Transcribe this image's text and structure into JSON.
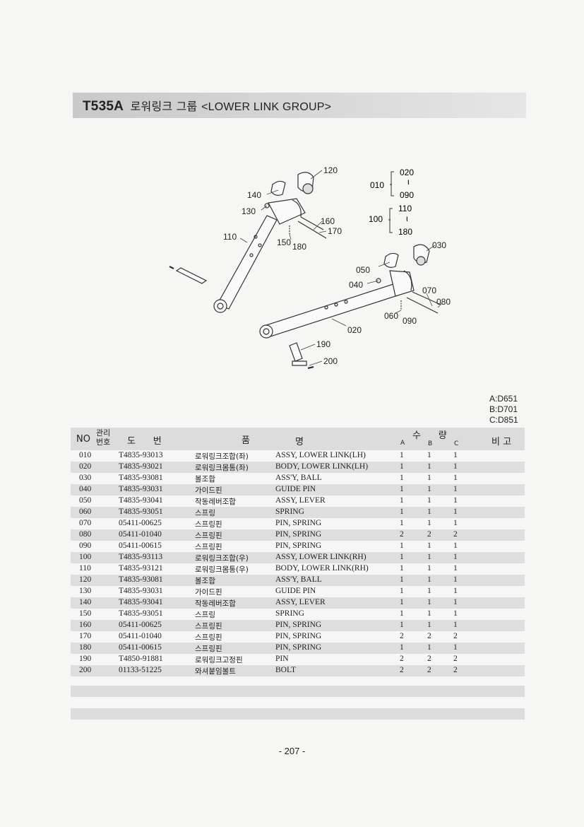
{
  "title": {
    "code": "T535A",
    "korean": "로워링크 그룹",
    "english": "<LOWER LINK GROUP>"
  },
  "diagram": {
    "callouts": [
      "120",
      "140",
      "130",
      "160",
      "170",
      "110",
      "150",
      "180",
      "050",
      "030",
      "040",
      "070",
      "080",
      "060",
      "090",
      "020",
      "190",
      "200"
    ],
    "ranges": [
      {
        "id": "010",
        "from": "020",
        "to": "090"
      },
      {
        "id": "100",
        "from": "110",
        "to": "180"
      }
    ],
    "range_sep": "ι"
  },
  "models": [
    "A:D651",
    "B:D701",
    "C:D851"
  ],
  "table": {
    "headers": {
      "no": "NO",
      "mgmt": "관리번호",
      "pn": "도      번",
      "name1": "품",
      "name2": "명",
      "qty": "수      량",
      "a": "A",
      "b": "B",
      "c": "C",
      "remarks": "비 고"
    },
    "rows": [
      {
        "no": "010",
        "pn": "T4835-93013",
        "kr": "로워링크조합(좌)",
        "en": "ASSY, LOWER LINK(LH)",
        "a": "1",
        "b": "1",
        "c": "1"
      },
      {
        "no": "020",
        "pn": "T4835-93021",
        "kr": "로워링크몸통(좌)",
        "en": "BODY, LOWER LINK(LH)",
        "a": "1",
        "b": "1",
        "c": "1"
      },
      {
        "no": "030",
        "pn": "T4835-93081",
        "kr": "볼조합",
        "en": "ASS'Y, BALL",
        "a": "1",
        "b": "1",
        "c": "1"
      },
      {
        "no": "040",
        "pn": "T4835-93031",
        "kr": "가이드핀",
        "en": "GUIDE PIN",
        "a": "1",
        "b": "1",
        "c": "1"
      },
      {
        "no": "050",
        "pn": "T4835-93041",
        "kr": "작동레버조합",
        "en": "ASSY, LEVER",
        "a": "1",
        "b": "1",
        "c": "1"
      },
      {
        "no": "060",
        "pn": "T4835-93051",
        "kr": "스프링",
        "en": "SPRING",
        "a": "1",
        "b": "1",
        "c": "1"
      },
      {
        "no": "070",
        "pn": "05411-00625",
        "kr": "스프링핀",
        "en": "PIN, SPRING",
        "a": "1",
        "b": "1",
        "c": "1"
      },
      {
        "no": "080",
        "pn": "05411-01040",
        "kr": "스프링핀",
        "en": "PIN, SPRING",
        "a": "2",
        "b": "2",
        "c": "2"
      },
      {
        "no": "090",
        "pn": "05411-00615",
        "kr": "스프링핀",
        "en": "PIN, SPRING",
        "a": "1",
        "b": "1",
        "c": "1"
      },
      {
        "no": "100",
        "pn": "T4835-93113",
        "kr": "로워링크조합(우)",
        "en": "ASSY, LOWER LINK(RH)",
        "a": "1",
        "b": "1",
        "c": "1"
      },
      {
        "no": "110",
        "pn": "T4835-93121",
        "kr": "로워링크몸통(우)",
        "en": "BODY, LOWER LINK(RH)",
        "a": "1",
        "b": "1",
        "c": "1"
      },
      {
        "no": "120",
        "pn": "T4835-93081",
        "kr": "볼조합",
        "en": "ASS'Y, BALL",
        "a": "1",
        "b": "1",
        "c": "1"
      },
      {
        "no": "130",
        "pn": "T4835-93031",
        "kr": "가이드핀",
        "en": "GUIDE PIN",
        "a": "1",
        "b": "1",
        "c": "1"
      },
      {
        "no": "140",
        "pn": "T4835-93041",
        "kr": "작동레버조합",
        "en": "ASSY, LEVER",
        "a": "1",
        "b": "1",
        "c": "1"
      },
      {
        "no": "150",
        "pn": "T4835-93051",
        "kr": "스프링",
        "en": "SPRING",
        "a": "1",
        "b": "1",
        "c": "1"
      },
      {
        "no": "160",
        "pn": "05411-00625",
        "kr": "스프링핀",
        "en": "PIN, SPRING",
        "a": "1",
        "b": "1",
        "c": "1"
      },
      {
        "no": "170",
        "pn": "05411-01040",
        "kr": "스프링핀",
        "en": "PIN, SPRING",
        "a": "2",
        "b": "2",
        "c": "2"
      },
      {
        "no": "180",
        "pn": "05411-00615",
        "kr": "스프링핀",
        "en": "PIN, SPRING",
        "a": "1",
        "b": "1",
        "c": "1"
      },
      {
        "no": "190",
        "pn": "T4850-91881",
        "kr": "로워링크고정핀",
        "en": "PIN",
        "a": "2",
        "b": "2",
        "c": "2"
      },
      {
        "no": "200",
        "pn": "01133-51225",
        "kr": "와셔붙임볼트",
        "en": "BOLT",
        "a": "2",
        "b": "2",
        "c": "2"
      }
    ]
  },
  "page_number": "- 207 -"
}
